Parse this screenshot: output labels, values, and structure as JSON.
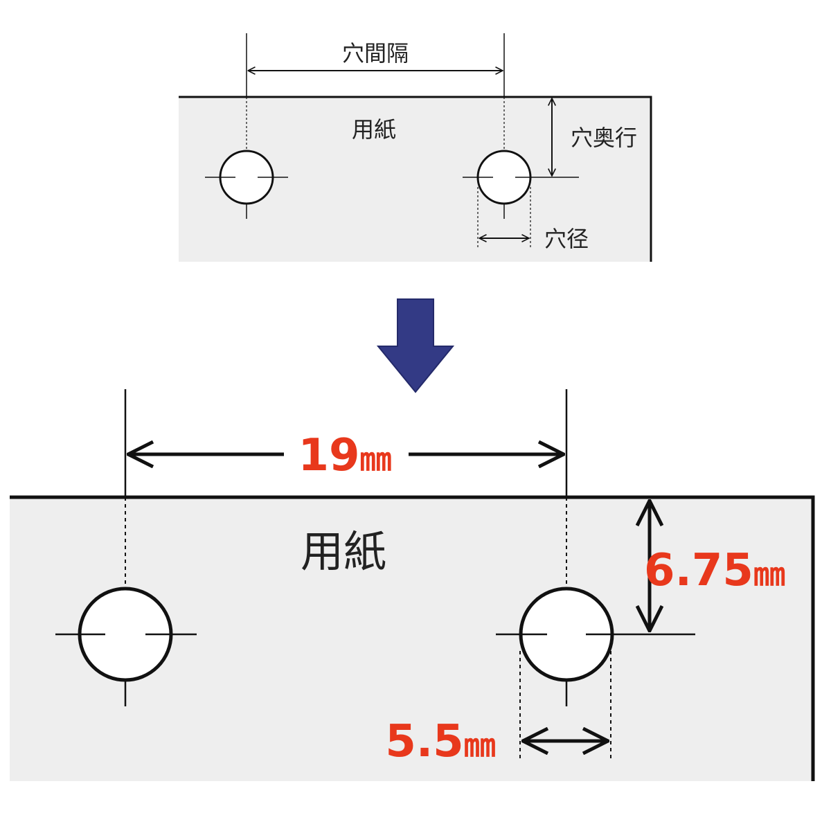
{
  "colors": {
    "paper": "#eeeeee",
    "line": "#111111",
    "accent": "#e8381c",
    "arrow_fill": "#333a85"
  },
  "top_diagram": {
    "paper_label": "用紙",
    "hole_pitch_label": "穴間隔",
    "hole_depth_label": "穴奥行",
    "hole_diameter_label": "穴径"
  },
  "bottom_diagram": {
    "paper_label": "用紙",
    "hole_pitch": {
      "value": "19",
      "unit": "㎜"
    },
    "hole_depth": {
      "value": "6.75",
      "unit": "㎜"
    },
    "hole_diameter": {
      "value": "5.5",
      "unit": "㎜"
    }
  },
  "icons": {
    "transition_arrow": "down-arrow-icon"
  }
}
